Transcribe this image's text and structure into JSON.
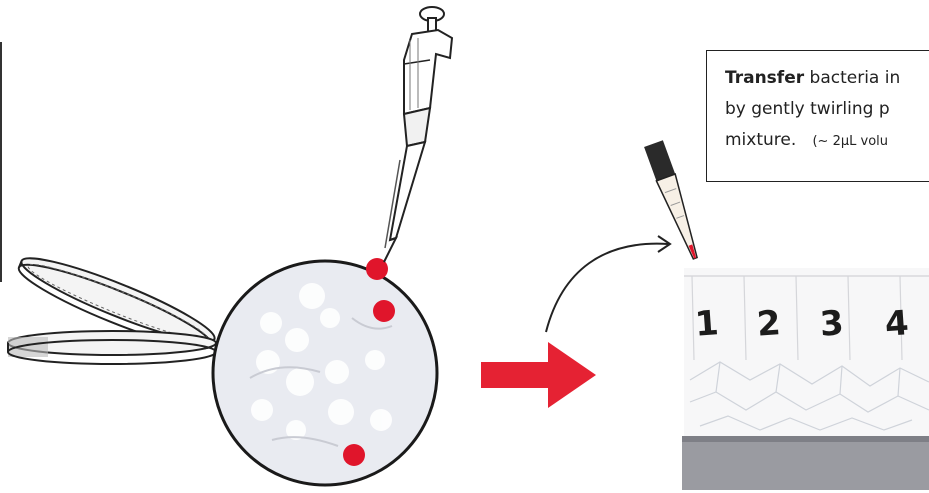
{
  "instruction": {
    "title_bold": "Transfer",
    "line1_rest": "bacteria in",
    "line2": "by gently twirling p",
    "line3": "mixture.",
    "volume_note": "(~ 2µL volu"
  },
  "tubes": [
    {
      "label": "1"
    },
    {
      "label": "2"
    },
    {
      "label": "3"
    },
    {
      "label": "4"
    }
  ],
  "colors": {
    "colony_red": "#e0152b",
    "arrow_red": "#e52233",
    "plate_fill": "#e9ebf1",
    "gel_gray": "#9a9ba1"
  },
  "icons": [
    "petri-dish-icon",
    "micropipette-icon",
    "pipette-tip-icon",
    "curved-arrow-icon",
    "red-arrow-icon"
  ]
}
